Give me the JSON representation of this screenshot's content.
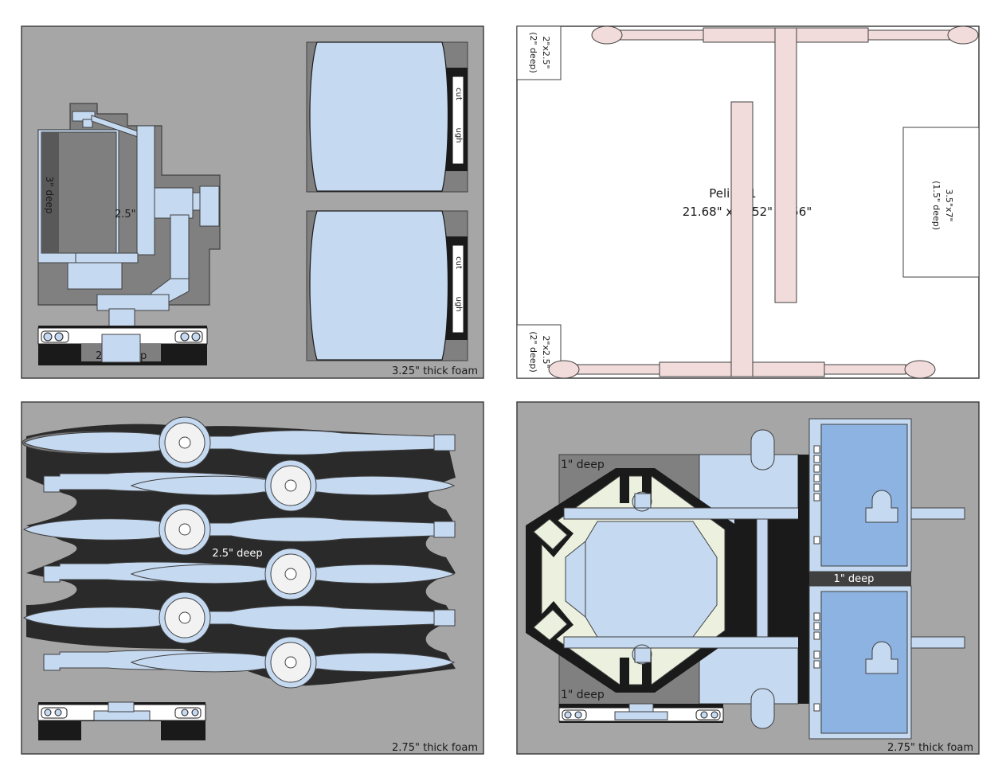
{
  "panels": {
    "top_left": {
      "foam_label": "3.25\" thick foam",
      "depth_label_a": "3\" deep",
      "depth_label_b": "2.5\"",
      "depth_label_c": "2",
      "depth_label_d": "p",
      "battery_label_a": "cut",
      "battery_label_b": "ugh"
    },
    "top_right": {
      "case_name": "Peli 161",
      "case_dims": "21.68\" x 1 .52\" x .56\"",
      "pocket_top_left_size": "2\"x2.5\"",
      "pocket_top_left_depth": "(2\" deep)",
      "pocket_bottom_left_size": "2\"x2.5\"",
      "pocket_bottom_left_depth": "(2\" deep)",
      "pocket_right_size": "3.5\"x7\"",
      "pocket_right_depth": "(1.5\" deep)"
    },
    "bottom_left": {
      "foam_label": "2.75\" thick foam",
      "depth_label": "2.5\" deep"
    },
    "bottom_right": {
      "foam_label": "2.75\" thick foam",
      "depth_label_top": "1\" deep",
      "depth_label_bottom": "1\" deep",
      "depth_label_screen": "1\" deep"
    }
  },
  "colors": {
    "foam": "#a6a6a6",
    "cutout_dark": "#7f7f7f",
    "part_blue": "#c5d9f1",
    "screen_blue": "#8db3e2",
    "rod_pink": "#f2dcdb",
    "body_cream": "#ebf1de",
    "outline": "#404040",
    "black": "#1a1a1a"
  }
}
